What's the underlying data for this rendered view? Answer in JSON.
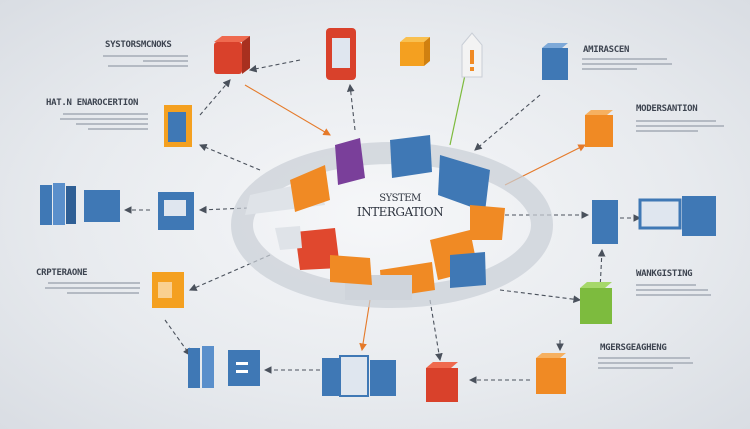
{
  "center": {
    "line1": "SYSTEM",
    "line2": "INTERGATION"
  },
  "labels": {
    "top_left": "SYSTORSMCNOKS",
    "mid_left": "HAT.N ENAROCERTION",
    "lower_left": "CRPTERAONE",
    "top_right": "AMIRASCEN",
    "mid_right": "MODERSANTION",
    "lower_right": "WANKGISTING",
    "bottom_right": "MGERSGEAGHENG"
  },
  "colors": {
    "blue": "#3f78b5",
    "orange": "#f08a24",
    "red": "#d9412b",
    "purple": "#7a3f9a",
    "green": "#7dbb3e",
    "gray": "#c9ced6"
  }
}
